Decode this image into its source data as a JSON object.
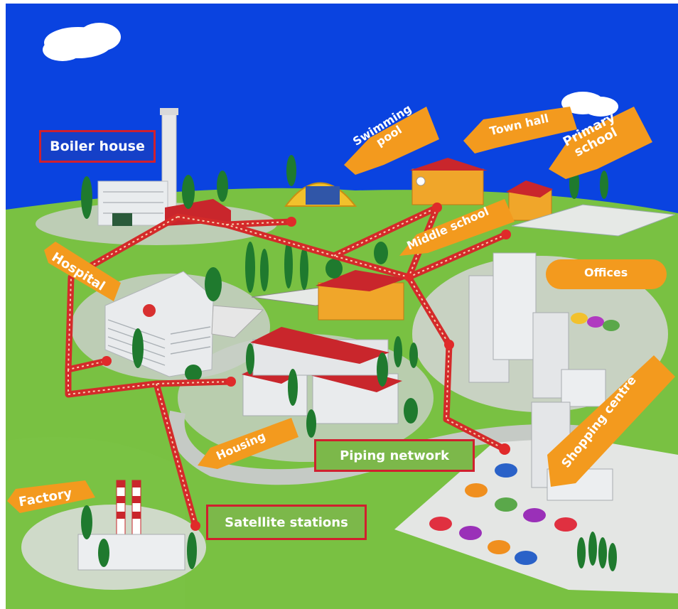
{
  "labels": {
    "boiler_house": "Boiler house",
    "swimming_pool_line1": "Swimming",
    "swimming_pool_line2": "pool",
    "town_hall": "Town hall",
    "primary_school_line1": "Primary",
    "primary_school_line2": "school",
    "middle_school": "Middle school",
    "hospital": "Hospital",
    "offices": "Offices",
    "shopping_centre": "Shopping centre",
    "housing": "Housing",
    "piping_network": "Piping network",
    "factory": "Factory",
    "satellite_stations": "Satellite stations"
  },
  "colors": {
    "sky": "#0a43e0",
    "grass": "#79c142",
    "pipe": "#d42a2a",
    "arrow_label": "#f39a1e",
    "box_border": "#d0202e",
    "box_fill_blue": "#1540c8",
    "box_fill_green": "#7cb84a",
    "roof_red": "#c9262c",
    "building_grey": "#d8d8d8"
  }
}
